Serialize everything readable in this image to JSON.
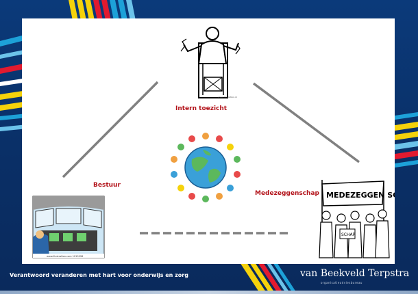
{
  "labels": {
    "top": "Intern toezicht",
    "left": "Bestuur",
    "right": "Medezeggenschap"
  },
  "footer": {
    "tagline": "Verantwoord veranderen met hart voor onderwijs en zorg",
    "logo": "van Beekveld Terpstra",
    "logo_sub": "organisatieadviesbureau"
  },
  "banner_text": "MEDEZEGGEN SCHAP",
  "colors": {
    "accent_red": "#b3141b",
    "background_blue": "#0a2f66"
  }
}
